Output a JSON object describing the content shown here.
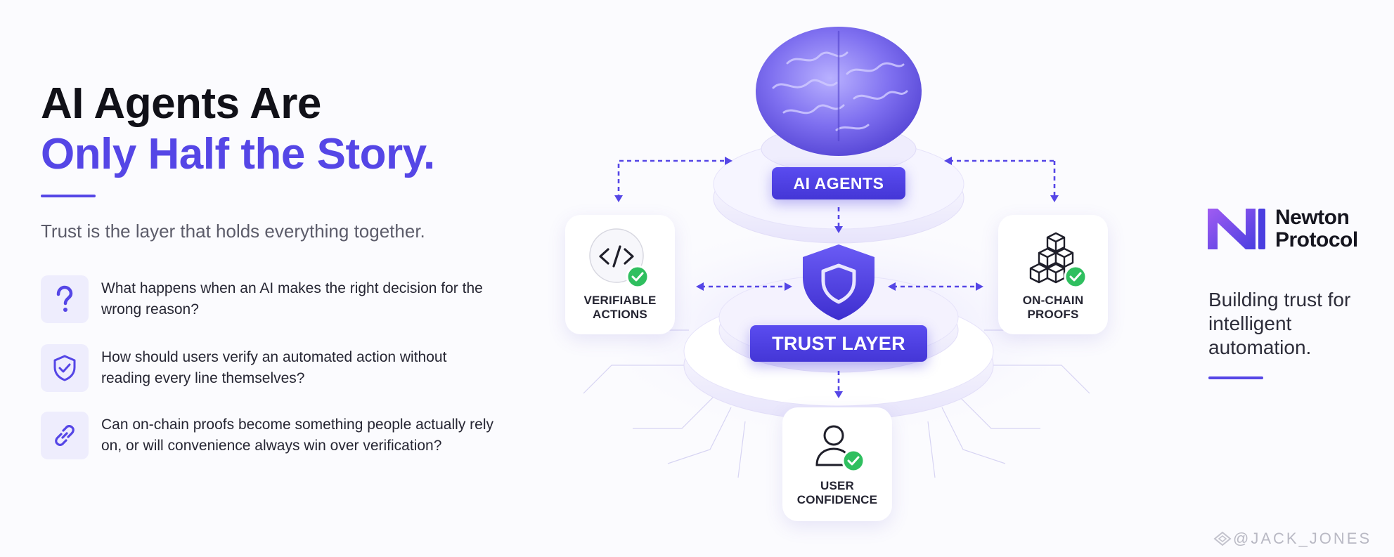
{
  "headline": {
    "line1": "AI Agents Are",
    "line2": "Only Half the Story."
  },
  "subtitle": "Trust is the layer that holds everything together.",
  "questions": [
    {
      "icon": "question-mark-icon",
      "text": "What happens when an AI makes the right decision for the wrong reason?"
    },
    {
      "icon": "shield-check-icon",
      "text": "How should users verify an automated action without reading every line themselves?"
    },
    {
      "icon": "link-icon",
      "text": "Can on-chain proofs become something people actually rely on, or will convenience always win over verification?"
    }
  ],
  "diagram": {
    "agents_label": "AI AGENTS",
    "trust_label": "TRUST LAYER",
    "cards": {
      "verifiable": {
        "line1": "VERIFIABLE",
        "line2": "ACTIONS",
        "icon": "code-icon"
      },
      "onchain": {
        "line1": "ON-CHAIN",
        "line2": "PROOFS",
        "icon": "blocks-icon"
      },
      "user": {
        "line1": "USER",
        "line2": "CONFIDENCE",
        "icon": "user-icon"
      }
    }
  },
  "brand": {
    "line1": "Newton",
    "line2": "Protocol"
  },
  "tagline": "Building trust for intelligent automation.",
  "watermark": "@JACK_JONES",
  "colors": {
    "accent": "#5546e6",
    "accent_light": "#eeedfd",
    "check_green": "#2fbf5f",
    "text_dark": "#111118",
    "text_muted": "#5c5c6a"
  }
}
